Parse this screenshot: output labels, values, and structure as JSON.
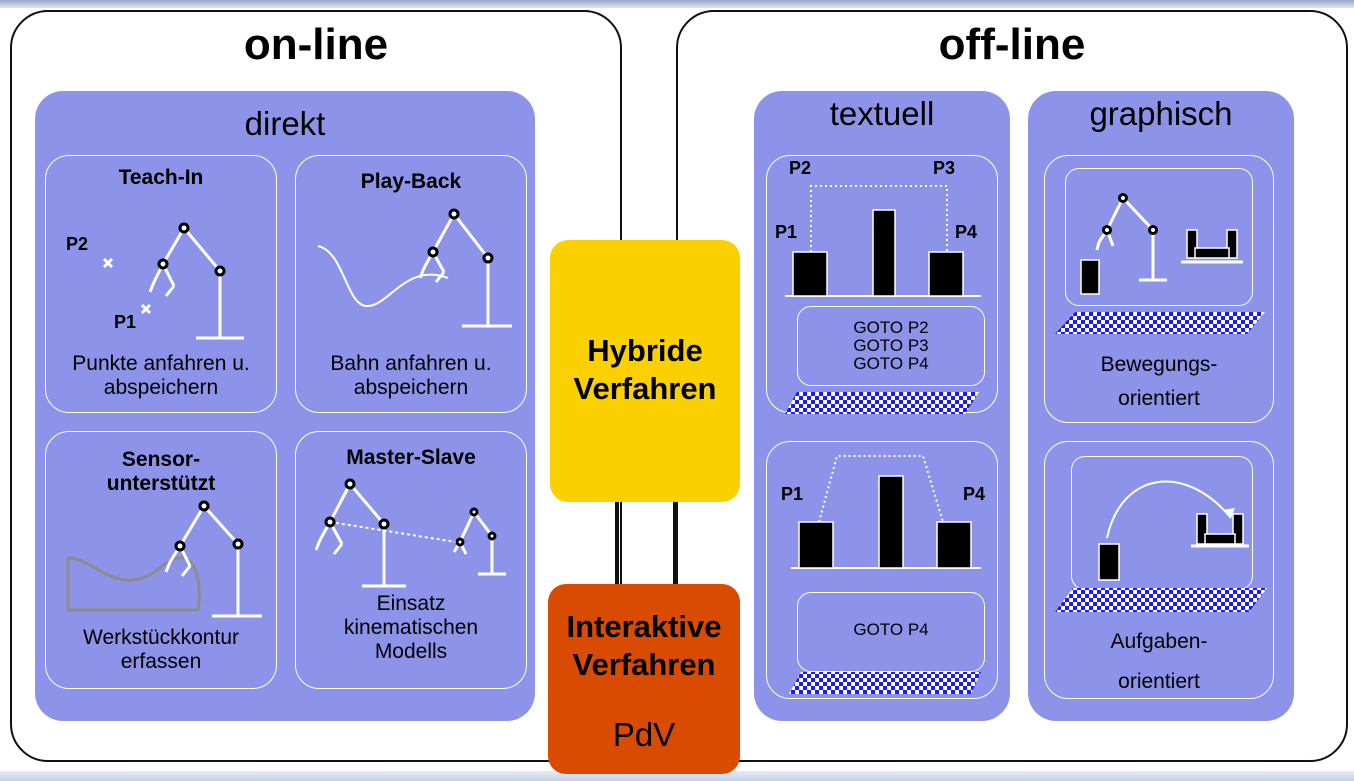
{
  "online": {
    "title": "on-line",
    "panel_title": "direkt",
    "cards": {
      "teach_in": {
        "title": "Teach-In",
        "p2": "P2",
        "p1": "P1",
        "text1": "Punkte anfahren u.",
        "text2": "abspeichern"
      },
      "play_back": {
        "title": "Play-Back",
        "text1": "Bahn anfahren u.",
        "text2": "abspeichern"
      },
      "sensor": {
        "title1": "Sensor-",
        "title2": "unterstützt",
        "text1": "Werkstückkontur",
        "text2": "erfassen"
      },
      "master_slave": {
        "title": "Master-Slave",
        "text1": "Einsatz",
        "text2": "kinematischen",
        "text3": "Modells"
      }
    }
  },
  "middle": {
    "hybrid1": "Hybride",
    "hybrid2": "Verfahren",
    "inter1": "Interaktive",
    "inter2": "Verfahren",
    "pdv": "PdV"
  },
  "offline": {
    "title": "off-line",
    "textuell": {
      "title": "textuell",
      "top": {
        "p1": "P1",
        "p2": "P2",
        "p3": "P3",
        "p4": "P4",
        "code": [
          "GOTO P2",
          "GOTO P3",
          "GOTO P4"
        ]
      },
      "bottom": {
        "p1": "P1",
        "p4": "P4",
        "code": [
          "GOTO P4"
        ]
      }
    },
    "graphisch": {
      "title": "graphisch",
      "top": {
        "text1": "Bewegungs-",
        "text2": "orientiert"
      },
      "bottom": {
        "text1": "Aufgaben-",
        "text2": "orientiert"
      }
    }
  },
  "colors": {
    "panel": "#8c93e8",
    "hybrid": "#fbd000",
    "interactive": "#d94b00",
    "checker": "#1a1aff"
  }
}
